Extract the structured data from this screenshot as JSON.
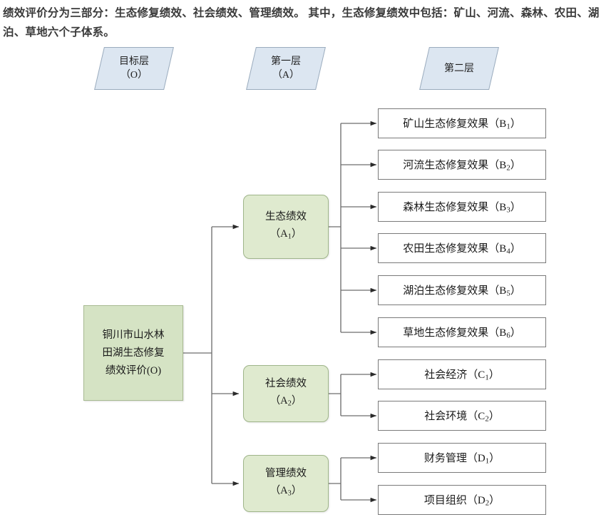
{
  "header": {
    "paragraph": "绩效评价分为三部分：生态修复绩效、社会绩效、管理绩效。 其中，生态修复绩效中包括：矿山、河流、森林、农田、湖泊、草地六个子体系。"
  },
  "colors": {
    "layer_header_fill": "#dce6f1",
    "layer_header_border": "#9aabbd",
    "goal_fill": "#d5e3c4",
    "goal_border": "#a8ba92",
    "criteria_fill": "#dfeacf",
    "criteria_border": "#9fb58a",
    "leaf_fill": "#ffffff",
    "leaf_border": "#7a7a7a",
    "connector": "#6e6e6e",
    "header_text": "#3a3a3a"
  },
  "layer_headers": [
    {
      "line1": "目标层",
      "line2": "（O）"
    },
    {
      "line1": "第一层",
      "line2": "（A）"
    },
    {
      "line1": "第二层",
      "line2": ""
    }
  ],
  "goal": {
    "line1": "铜川市山水林",
    "line2": "田湖生态修复",
    "line3": "绩效评价(O)",
    "code": "O"
  },
  "criteria": [
    {
      "name": "生态绩效",
      "code": "A",
      "index": "1",
      "label_code": "（A₁）"
    },
    {
      "name": "社会绩效",
      "code": "A",
      "index": "2",
      "label_code": "（A₂）"
    },
    {
      "name": "管理绩效",
      "code": "A",
      "index": "3",
      "label_code": "（A₃）"
    }
  ],
  "indicators": [
    {
      "name": "矿山生态修复效果",
      "code": "B",
      "index": "1",
      "parent": "A1"
    },
    {
      "name": "河流生态修复效果",
      "code": "B",
      "index": "2",
      "parent": "A1"
    },
    {
      "name": "森林生态修复效果",
      "code": "B",
      "index": "3",
      "parent": "A1"
    },
    {
      "name": "农田生态修复效果",
      "code": "B",
      "index": "4",
      "parent": "A1"
    },
    {
      "name": "湖泊生态修复效果",
      "code": "B",
      "index": "5",
      "parent": "A1"
    },
    {
      "name": "草地生态修复效果",
      "code": "B",
      "index": "6",
      "parent": "A1"
    },
    {
      "name": "社会经济",
      "code": "C",
      "index": "1",
      "parent": "A2"
    },
    {
      "name": "社会环境",
      "code": "C",
      "index": "2",
      "parent": "A2"
    },
    {
      "name": "财务管理",
      "code": "D",
      "index": "1",
      "parent": "A3"
    },
    {
      "name": "项目组织",
      "code": "D",
      "index": "2",
      "parent": "A3"
    }
  ]
}
